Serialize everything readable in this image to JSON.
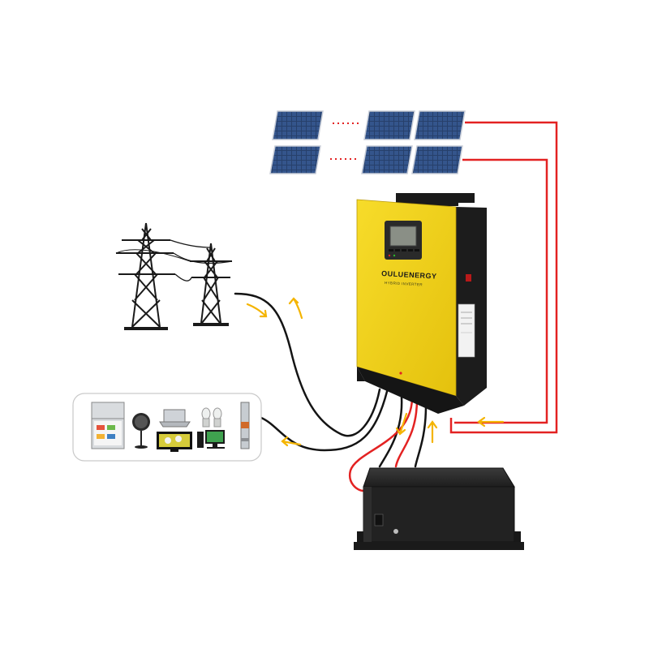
{
  "inverter": {
    "brand": "OULUENERGY",
    "subtitle": "HYBRID INVERTER",
    "colors": {
      "body": "#f2d21a",
      "side": "#1c1c1c",
      "screen": "#2a2a2a"
    }
  },
  "wiring": {
    "colors": {
      "ac": "#141414",
      "dc": "#e32222",
      "flow_arrow": "#f4b400"
    }
  },
  "solar_array": {
    "rows": 2,
    "icon": "solar-panel-icon"
  },
  "grid": {
    "icon": "power-tower-icon"
  },
  "loads": {
    "items": [
      "refrigerator-icon",
      "fan-icon",
      "laptop-icon",
      "tv-icon",
      "light-bulb-icon",
      "desktop-pc-icon",
      "water-pump-icon"
    ]
  },
  "battery": {
    "icon": "battery-box-icon"
  }
}
